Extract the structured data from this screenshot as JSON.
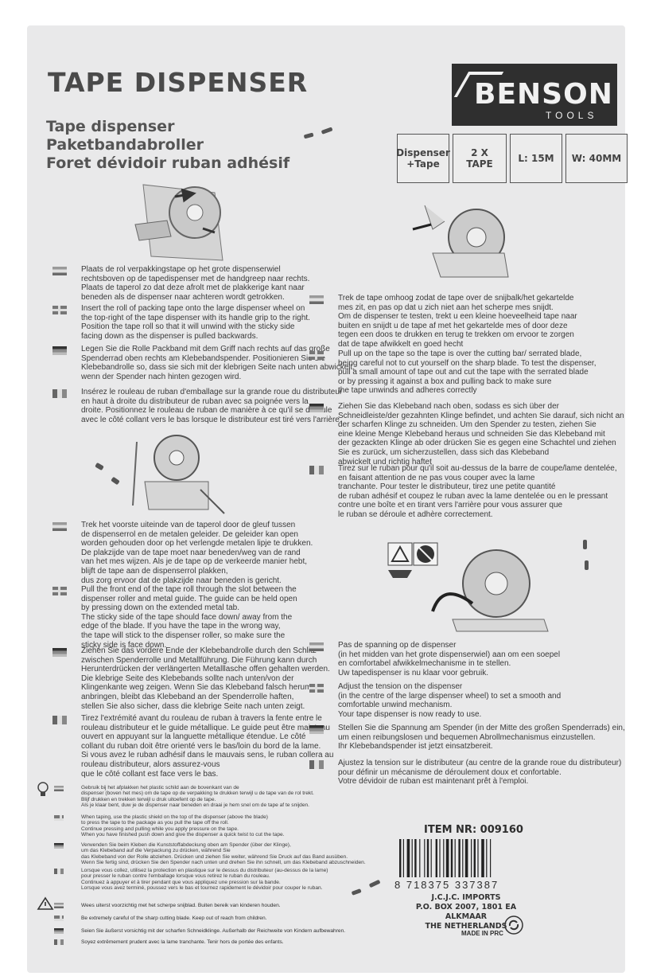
{
  "product": {
    "title": "TAPE DISPENSER",
    "subtitles": [
      "Tape dispenser",
      "Paketbandabroller",
      "Foret dévidoir ruban adhésif"
    ]
  },
  "brand": {
    "name": "BENSON",
    "tagline": "TOOLS"
  },
  "specs": [
    "Dispenser +Tape",
    "2 X TAPE",
    "L: 15M",
    "W: 40MM"
  ],
  "step1": {
    "nl": "Plaats de rol verpakkingstape op het grote dispenserwiel\nrechtsboven op de tapedispenser met de handgreep naar rechts.\nPlaats de taperol zo dat deze afrolt met de plakkerige kant naar\nbeneden als de dispenser naar achteren wordt getrokken.",
    "en": "Insert the roll of packing tape onto the large dispenser wheel on\nthe top-right of the tape dispenser with its handle grip to the right.\nPosition the tape roll so that it will unwind with the sticky side\nfacing down as the dispenser is pulled backwards.",
    "de": "Legen Sie die Rolle Packband mit dem Griff nach rechts auf das große\nSpenderrad oben rechts am Klebebandspender. Positionieren Sie die\nKlebebandrolle so, dass sie sich mit der klebrigen Seite nach unten abwickelt,\nwenn der Spender nach hinten gezogen wird.",
    "fr": "Insérez le rouleau de ruban d'emballage sur la grande roue du distributeur\nen haut à droite du distributeur de ruban avec sa poignée vers la\ndroite. Positionnez le rouleau de ruban de manière à ce qu'il se déroule\navec le côté collant vers le bas lorsque le distributeur est tiré vers l'arrière."
  },
  "step2": {
    "nl": "Trek het voorste uiteinde van de taperol door de gleuf tussen\nde dispenserrol en de metalen geleider. De geleider kan open\nworden gehouden door op het verlengde metalen lipje te drukken.\nDe plakzijde van de tape moet naar beneden/weg van de rand\nvan het mes wijzen. Als je de tape op de verkeerde manier hebt,\nblijft de tape aan de dispenserrol plakken,\ndus zorg ervoor dat de plakzijde naar beneden is gericht.",
    "en": "Pull the front end of the tape roll through the slot between the\ndispenser roller and metal guide. The guide can be held open\nby pressing down on the extended metal tab.\nThe sticky side of the tape should face down/ away from the\nedge of the blade. If you have the tape in the wrong way,\nthe tape will stick to the dispenser roller, so make sure the\nsticky side is face down.",
    "de": "Ziehen Sie das vordere Ende der Klebebandrolle durch den Schlitz\nzwischen Spenderrolle und Metallführung. Die Führung kann durch\nHerunterdrücken der verlängerten Metalllasche offen gehalten werden.\nDie klebrige Seite des Klebebands sollte nach unten/von der\nKlingenkante weg zeigen. Wenn Sie das Klebeband falsch herum\nanbringen, bleibt das Klebeband an der Spenderrolle haften,\nstellen Sie also sicher, dass die klebrige Seite nach unten zeigt.",
    "fr": "Tirez l'extrémité avant du rouleau de ruban à travers la fente entre le\nrouleau distributeur et le guide métallique. Le guide peut être maintenu\nouvert en appuyant sur la languette métallique étendue. Le côté\ncollant du ruban doit être orienté vers le bas/loin du bord de la lame.\nSi vous avez le ruban adhésif dans le mauvais sens, le ruban collera au\nrouleau distributeur, alors assurez-vous\nque le côté collant est face vers le bas."
  },
  "step3": {
    "nl": "Trek de tape omhoog zodat de tape over de snijbalk/het gekartelde\nmes zit, en pas op dat u zich niet aan het scherpe mes snijdt.\nOm de dispenser te testen, trekt u een kleine hoeveelheid tape naar\nbuiten en snijdt u de tape af met het gekartelde mes of door deze\ntegen een doos te drukken en terug te trekken om ervoor te zorgen\ndat de tape afwikkelt en goed hecht",
    "en": "Pull up on the tape so the tape is over the cutting bar/ serrated blade,\nbeing careful not to cut yourself on the sharp blade. To test the dispenser,\npull a small amount of tape out and cut the tape with the serrated blade\nor by pressing it against a box and pulling back to make sure\nthe tape unwinds and adheres correctly",
    "de": "Ziehen Sie das Klebeband nach oben, sodass es sich über der\nSchneidleiste/der gezahnten Klinge befindet, und achten Sie darauf, sich nicht an\nder scharfen Klinge zu schneiden. Um den Spender zu testen, ziehen Sie\neine kleine Menge Klebeband heraus und schneiden Sie das Klebeband mit\nder gezackten Klinge ab oder drücken Sie es gegen eine Schachtel und ziehen\nSie es zurück, um sicherzustellen, dass sich das Klebeband\nabwickelt und richtig haftet",
    "fr": "Tirez sur le ruban pour qu'il soit au-dessus de la barre de coupe/lame dentelée,\nen faisant attention de ne pas vous couper avec la lame\ntranchante. Pour tester le distributeur, tirez une petite quantité\nde ruban adhésif et coupez le ruban avec la lame dentelée ou en le pressant\ncontre une boîte et en tirant vers l'arrière pour vous assurer que\nle ruban se déroule et adhère correctement."
  },
  "step4": {
    "nl": "Pas de spanning op de dispenser\n(in het midden van het grote dispenserwiel) aan om een soepel\nen comfortabel afwikkelmechanisme in te stellen.\nUw tapedispenser is nu klaar voor gebruik.",
    "en": "Adjust the tension on the dispenser\n(in the centre of the large dispenser wheel) to set a smooth and\ncomfortable unwind mechanism.\nYour tape dispenser is now ready to use.",
    "de": "Stellen Sie die Spannung am Spender (in der Mitte des großen Spenderrads) ein,\num einen reibungslosen und bequemen Abrollmechanismus einzustellen.\nIhr Klebebandspender ist jetzt einsatzbereit.",
    "fr": "Ajustez la tension sur le distributeur (au centre de la grande roue du distributeur)\npour définir un mécanisme de déroulement doux et confortable.\nVotre dévidoir de ruban est maintenant prêt à l'emploi."
  },
  "tips": {
    "nl": "Gebruik bij het afplakken het plastic schild aan de bovenkant van de\ndispenser (boven het mes) om de tape op de verpakking te drukken terwijl u de tape van de rol trekt.\nBlijf drukken en trekken terwijl u druk uitoefent op de tape.\nAls je klaar bent, duw je de dispenser naar beneden en draai je hem snel om de tape af te snijden.",
    "en": "When taping, use the plastic shield on the top of the dispenser (above the blade)\nto press the tape to the package as you pull the tape off the roll.\nContinue pressing and pulling while you apply pressure on the tape.\nWhen you have finished push down and give the dispenser a quick twist to cut the tape.",
    "de": "Verwenden Sie beim Kleben die Kunststoffabdeckung oben am Spender (über der Klinge),\num das Klebeband auf die Verpackung zu drücken, während Sie\ndas Klebeband von der Rolle abziehen. Drücken und ziehen Sie weiter, während Sie Druck auf das Band ausüben.\nWenn Sie fertig sind, drücken Sie den Spender nach unten und drehen Sie ihn schnell, um das Klebeband abzuschneiden.",
    "fr": "Lorsque vous collez, utilisez la protection en plastique sur le dessus du distributeur (au-dessus de la lame)\npour presser le ruban contre l'emballage lorsque vous retirez le ruban du rouleau.\nContinuez à appuyer et à tirer pendant que vous appliquez une pression sur la bande.\nLorsque vous avez terminé, poussez vers le bas et tournez rapidement le dévidoir pour couper le ruban."
  },
  "warnings": {
    "nl": "Wees uiterst voorzichtig met het scherpe snijblad. Buiten bereik van kinderen houden.",
    "en": "Be extremely careful of the sharp cutting blade. Keep out of reach from children.",
    "de": "Seien Sie äußerst vorsichtig mit der scharfen Schneidklinge. Außerhalb der Reichweite von Kindern aufbewahren.",
    "fr": "Soyez extrêmement prudent avec la lame tranchante. Tenir hors de portée des enfants."
  },
  "item": {
    "number": "ITEM NR: 009160",
    "barcode": "8 718375 337387"
  },
  "importer": {
    "name": "J.C.J.C. IMPORTS",
    "address": "P.O. BOX 2007, 1801 EA ALKMAAR",
    "country": "THE NETHERLANDS"
  },
  "origin": "MADE IN PRC"
}
